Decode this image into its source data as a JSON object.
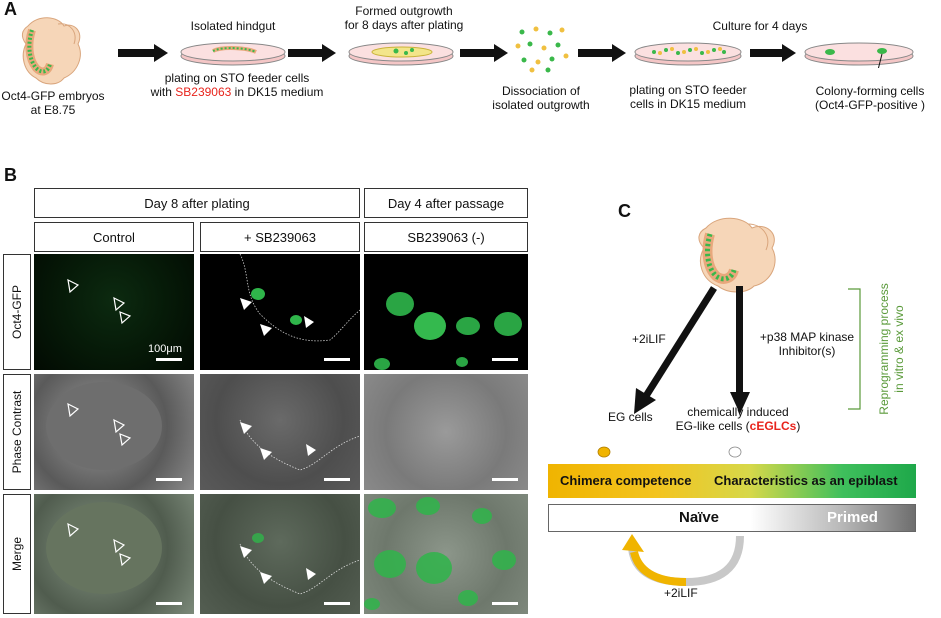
{
  "panels": {
    "a": "A",
    "b": "B",
    "c": "C"
  },
  "panel_a": {
    "embryo_label_1": "Oct4-GFP embryos",
    "embryo_label_2": "at E8.75",
    "isolated_hindgut": "Isolated hindgut",
    "plating_1": "plating on STO feeder cells",
    "plating_2_pre": "with ",
    "plating_2_drug": "SB239063",
    "plating_2_post": " in DK15 medium",
    "outgrowth_1": "Formed outgrowth",
    "outgrowth_2": "for 8 days after plating",
    "dissociation_1": "Dissociation of",
    "dissociation_2": "isolated outgrowth",
    "culture": "Culture for 4 days",
    "plating_b_1": "plating on STO feeder",
    "plating_b_2": "cells  in DK15 medium",
    "colony_1": "Colony-forming cells",
    "colony_2": "(Oct4-GFP-positive )"
  },
  "panel_b": {
    "header_day8": "Day 8 after plating",
    "header_day4": "Day 4 after passage",
    "col_control": "Control",
    "col_sb": "+ SB239063",
    "col_sbneg": "SB239063 (-)",
    "row_gfp": "Oct4-GFP",
    "row_phase": "Phase Contrast",
    "row_merge": "Merge",
    "scale": "100μm"
  },
  "panel_c": {
    "left_arrow": "+2iLIF",
    "right_arrow_1": "+p38 MAP kinase",
    "right_arrow_2": "Inhibitor(s)",
    "eg_cells": "EG cells",
    "cegl_1": "chemically induced",
    "cegl_2_pre": "EG-like cells (",
    "cegl_2_abbr": "cEGLCs",
    "cegl_2_post": ")",
    "reprog_1": "Reprogramming process",
    "reprog_2": "in vitro & ex vivo",
    "bar_left": "Chimera competence",
    "bar_right": "Characteristics as an epiblast",
    "naive": "Naïve",
    "primed": "Primed",
    "bottom": "+2iLIF"
  },
  "colors": {
    "red": "#e8241c",
    "green": "#2b8a3e",
    "gold": "#f0b400",
    "reprog": "#5a9a3a"
  }
}
